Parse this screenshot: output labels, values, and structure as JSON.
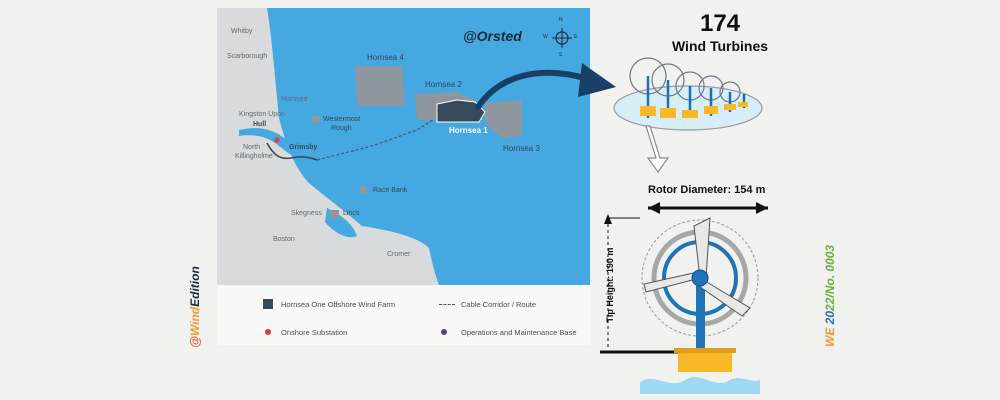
{
  "map": {
    "credit": "@Orsted",
    "compass": {
      "n": "N",
      "s": "S",
      "e": "E",
      "w": "W"
    },
    "places": [
      "Whitby",
      "Scarborough",
      "Hornsea",
      "Kingston Upon",
      "Hull",
      "North",
      "Killingholme",
      "Grimsby",
      "Westermost",
      "Rough",
      "Race Bank",
      "Lincs",
      "Skegness",
      "Boston",
      "Cromer"
    ],
    "areas": [
      "Hornsea 4",
      "Hornsea 2",
      "Hornsea 1",
      "Hornsea 3"
    ],
    "colors": {
      "sea": "#45a8e1",
      "land": "#d9dadb",
      "farm": "#374a57",
      "others": "#8e979e",
      "highlight": "#ffffff"
    }
  },
  "legend": {
    "farm": "Hornsea One Offshore Wind Farm",
    "cable": "Cable Corridor / Route",
    "substation": "Onshore Substation",
    "om_base": "Operations and Maintenance Base"
  },
  "turbines": {
    "count": "174",
    "label": "Wind Turbines"
  },
  "specs": {
    "rotor": "Rotor Diameter: 154 m",
    "tip": "Tip Height: 190 m"
  },
  "sidebar_left": {
    "at": "@",
    "wind": "Wind",
    "edition": "Edition"
  },
  "sidebar_right": {
    "we": "WE ",
    "y1": "20",
    "y2": "22",
    "no": "/No. ",
    "num": "0003"
  }
}
